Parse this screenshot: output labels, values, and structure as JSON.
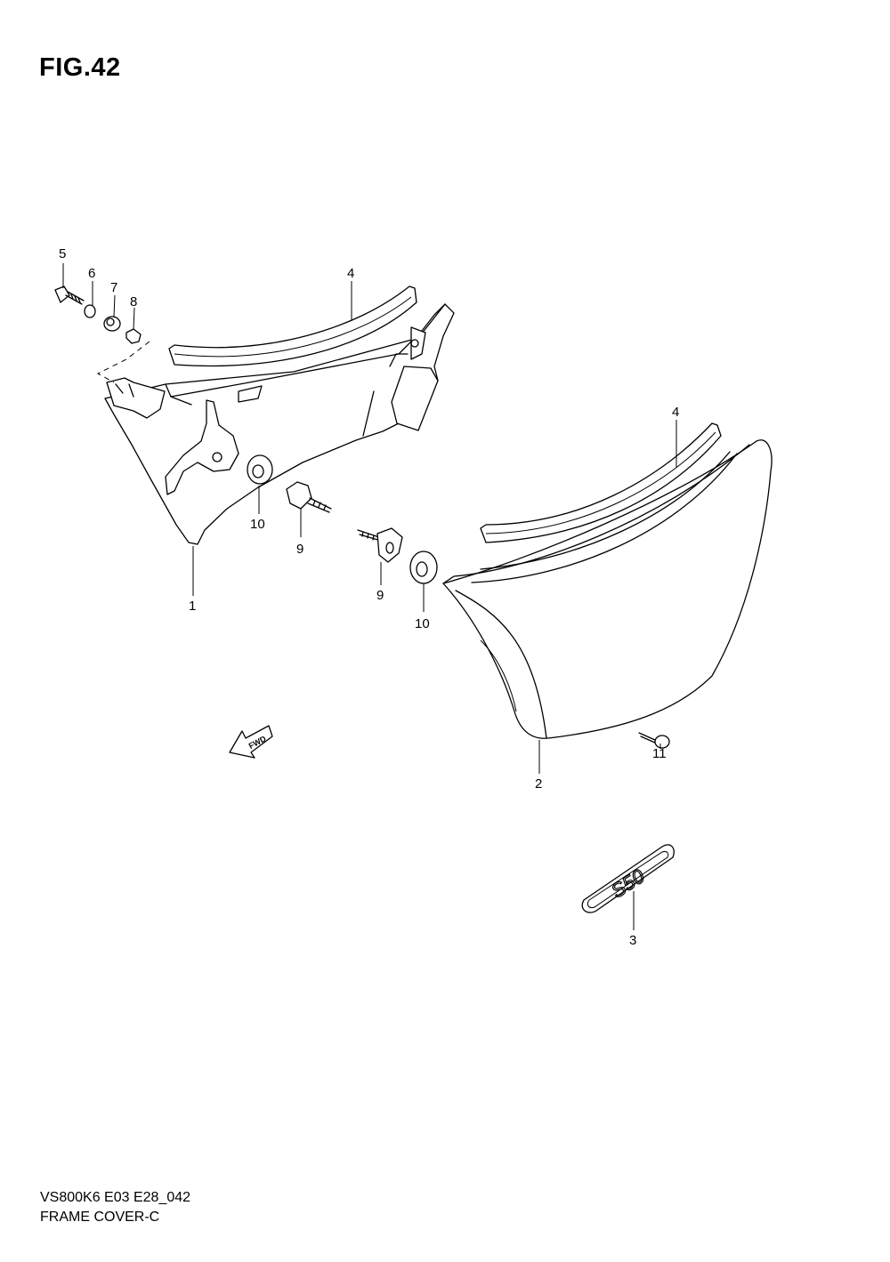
{
  "figure_title": "FIG.42",
  "footer": {
    "model_code": "VS800K6 E03 E28_042",
    "section_name": "FRAME COVER-C"
  },
  "fwd_arrow_label": "FWD",
  "emblem_text": "S50",
  "callouts": [
    {
      "id": "c5",
      "label": "5"
    },
    {
      "id": "c6",
      "label": "6"
    },
    {
      "id": "c7",
      "label": "7"
    },
    {
      "id": "c8",
      "label": "8"
    },
    {
      "id": "c4a",
      "label": "4"
    },
    {
      "id": "c4b",
      "label": "4"
    },
    {
      "id": "c10a",
      "label": "10"
    },
    {
      "id": "c9a",
      "label": "9"
    },
    {
      "id": "c1",
      "label": "1"
    },
    {
      "id": "c9b",
      "label": "9"
    },
    {
      "id": "c10b",
      "label": "10"
    },
    {
      "id": "c11",
      "label": "11"
    },
    {
      "id": "c2",
      "label": "2"
    },
    {
      "id": "c3",
      "label": "3"
    }
  ]
}
